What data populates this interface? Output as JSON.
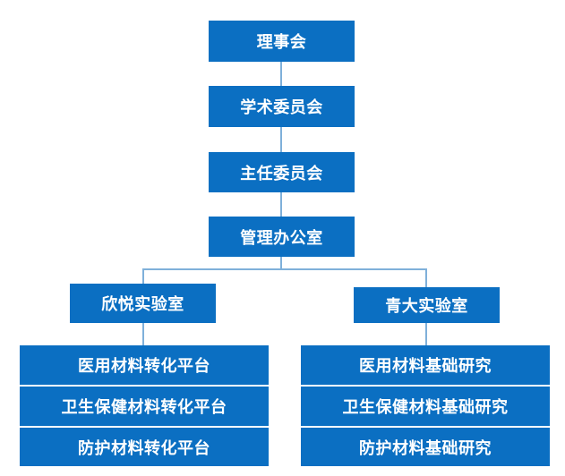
{
  "colors": {
    "box_fill": "#0b6fc2",
    "connector": "#7fb0da",
    "text": "#ffffff"
  },
  "chain": {
    "board": "理事会",
    "academic_committee": "学术委员会",
    "director_committee": "主任委员会",
    "management_office": "管理办公室"
  },
  "left_lab": {
    "title": "欣悦实验室",
    "platforms": [
      "医用材料转化平台",
      "卫生保健材料转化平台",
      "防护材料转化平台"
    ]
  },
  "right_lab": {
    "title": "青大实验室",
    "platforms": [
      "医用材料基础研究",
      "卫生保健材料基础研究",
      "防护材料基础研究"
    ]
  }
}
